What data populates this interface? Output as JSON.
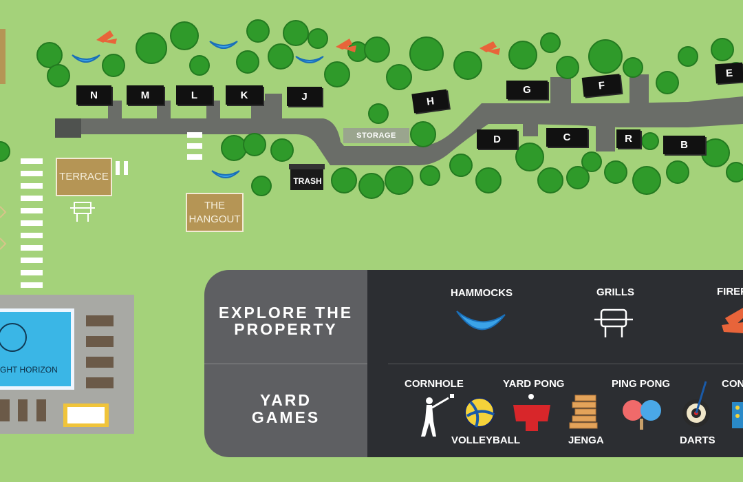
{
  "cabins": [
    {
      "id": "N",
      "label": "N"
    },
    {
      "id": "M",
      "label": "M"
    },
    {
      "id": "L",
      "label": "L"
    },
    {
      "id": "K",
      "label": "K"
    },
    {
      "id": "J",
      "label": "J"
    },
    {
      "id": "H",
      "label": "H"
    },
    {
      "id": "G",
      "label": "G"
    },
    {
      "id": "F",
      "label": "F"
    },
    {
      "id": "E",
      "label": "E"
    },
    {
      "id": "D",
      "label": "D"
    },
    {
      "id": "C",
      "label": "C"
    },
    {
      "id": "R",
      "label": "R"
    },
    {
      "id": "B",
      "label": "B"
    }
  ],
  "places": {
    "terrace": "TERRACE",
    "hangout_line1": "THE",
    "hangout_line2": "HANGOUT",
    "storage": "STORAGE",
    "trash": "TRASH",
    "pool_sign": "GHT HORIZON"
  },
  "legend": {
    "explore_line1": "EXPLORE THE",
    "explore_line2": "PROPERTY",
    "games_line1": "YARD",
    "games_line2": "GAMES",
    "amenities": [
      "HAMMOCKS",
      "GRILLS",
      "FIREP"
    ],
    "games": [
      "CORNHOLE",
      "YARD PONG",
      "PING PONG",
      "CON",
      "VOLLEYBALL",
      "JENGA",
      "DARTS"
    ]
  },
  "colors": {
    "grass": "#a4d27a",
    "tree": "#2f9a2a",
    "path": "#6a6d68",
    "cabin": "#111111",
    "tan": "#b59555",
    "legend_dark": "#2c2e32",
    "legend_gray": "#5e5f62"
  }
}
